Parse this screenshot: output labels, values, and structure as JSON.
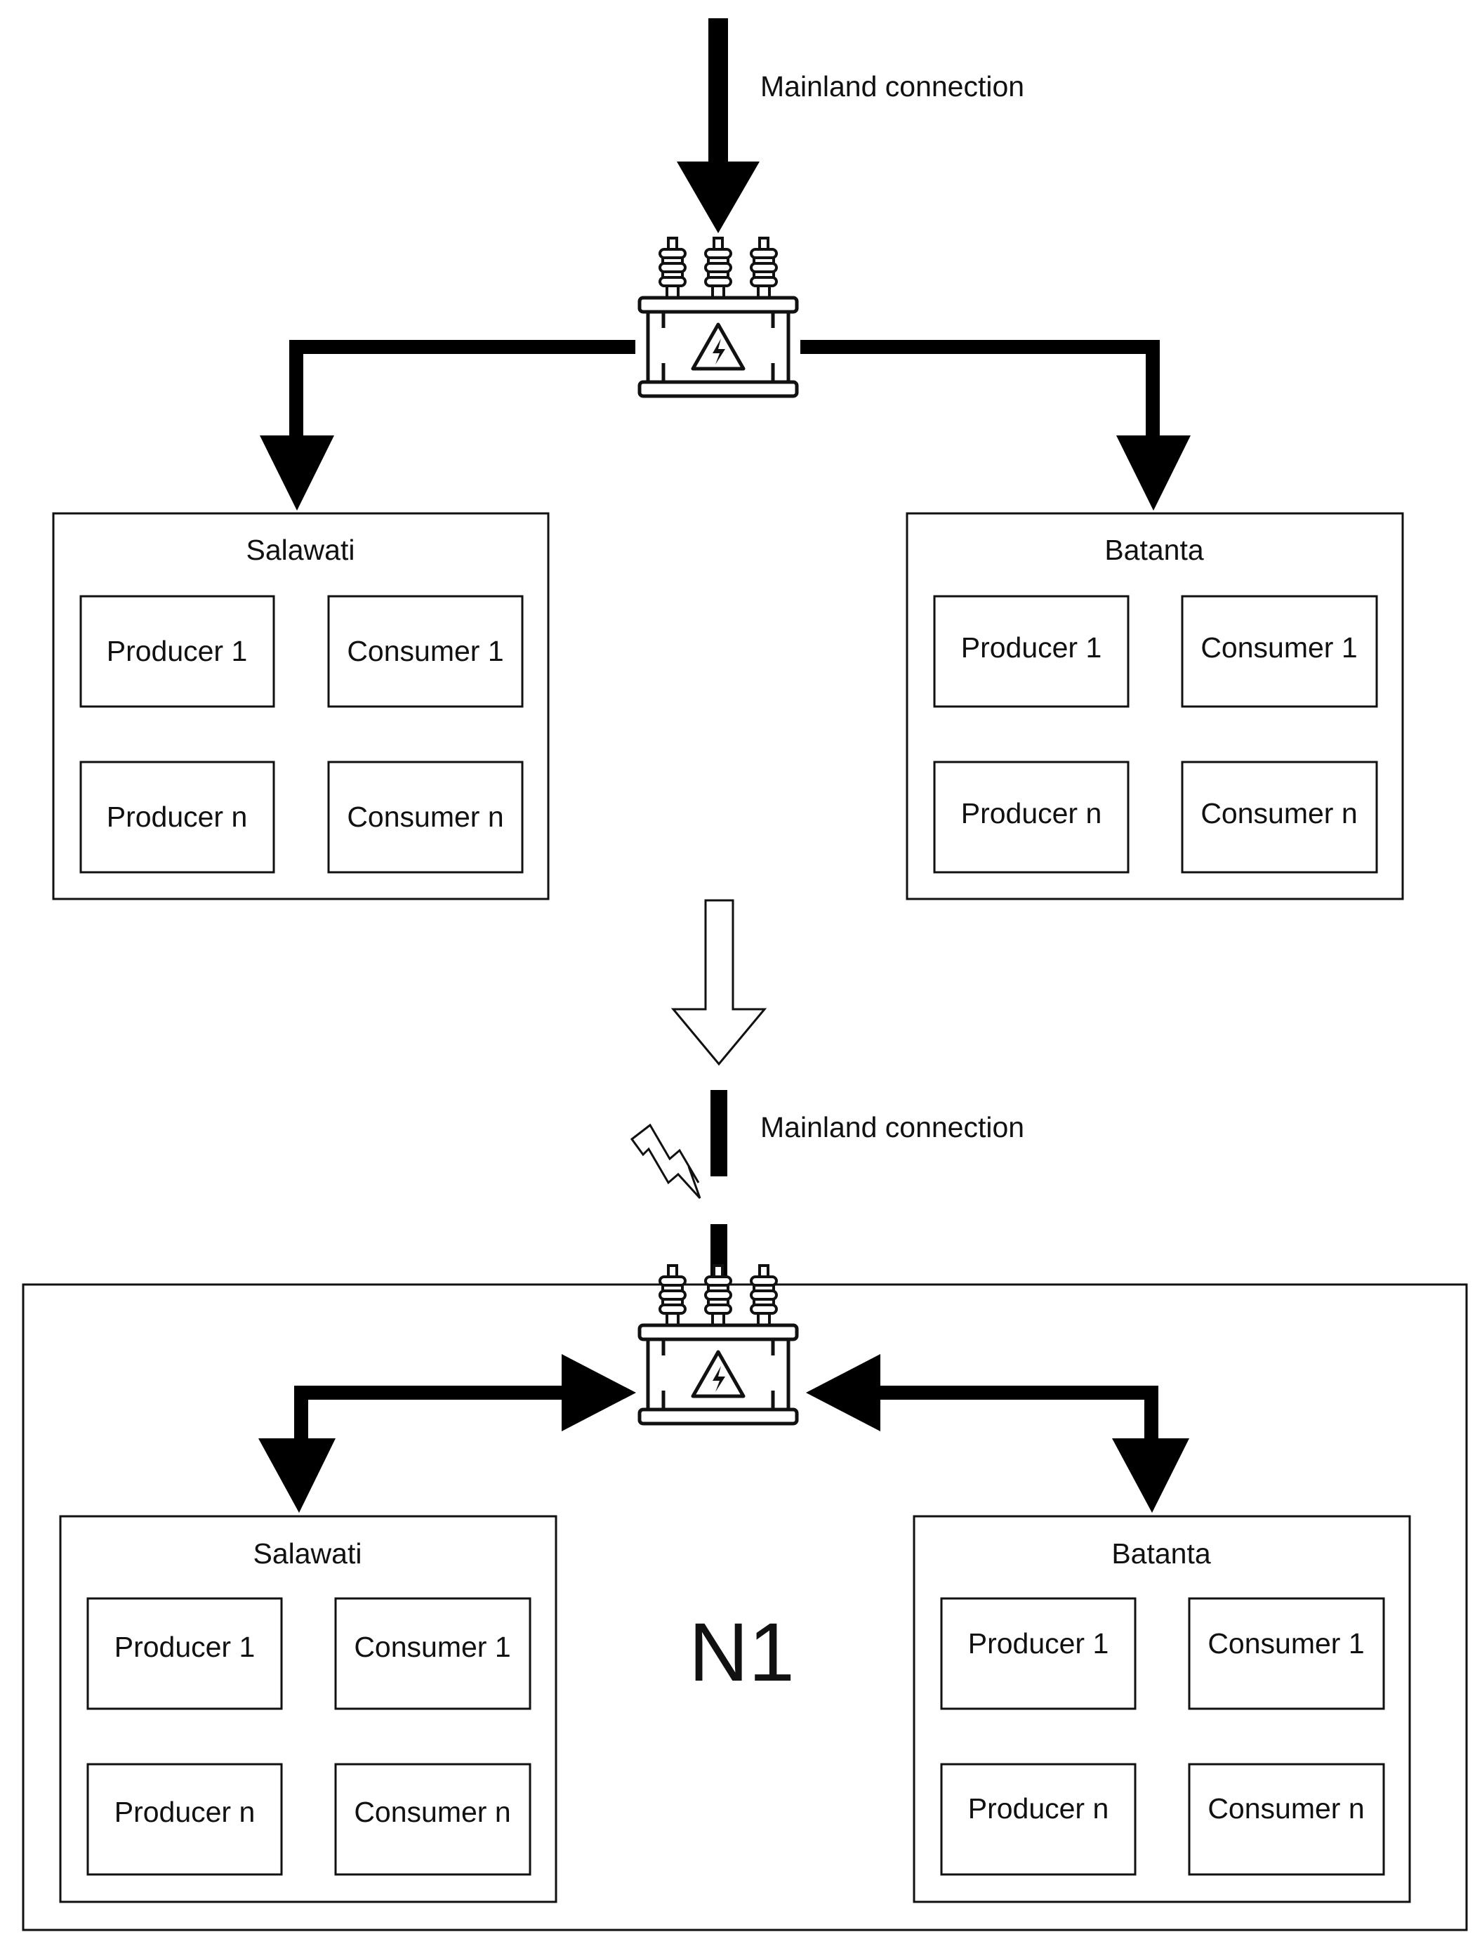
{
  "top": {
    "mainland_label": "Mainland connection",
    "regions": [
      {
        "title": "Salawati",
        "cells": [
          "Producer 1",
          "Consumer 1",
          "Producer n",
          "Consumer n"
        ]
      },
      {
        "title": "Batanta",
        "cells": [
          "Producer 1",
          "Consumer 1",
          "Producer n",
          "Consumer n"
        ]
      }
    ]
  },
  "bottom": {
    "mainland_label": "Mainland connection",
    "network_label": "N1",
    "regions": [
      {
        "title": "Salawati",
        "cells": [
          "Producer 1",
          "Consumer 1",
          "Producer n",
          "Consumer n"
        ]
      },
      {
        "title": "Batanta",
        "cells": [
          "Producer 1",
          "Consumer 1",
          "Producer n",
          "Consumer n"
        ]
      }
    ]
  },
  "icons": [
    "transformer-icon",
    "lightning-fault-icon",
    "transition-arrow-icon"
  ],
  "colors": {
    "line": "#000000",
    "box_stroke": "#111111",
    "background": "#ffffff"
  }
}
